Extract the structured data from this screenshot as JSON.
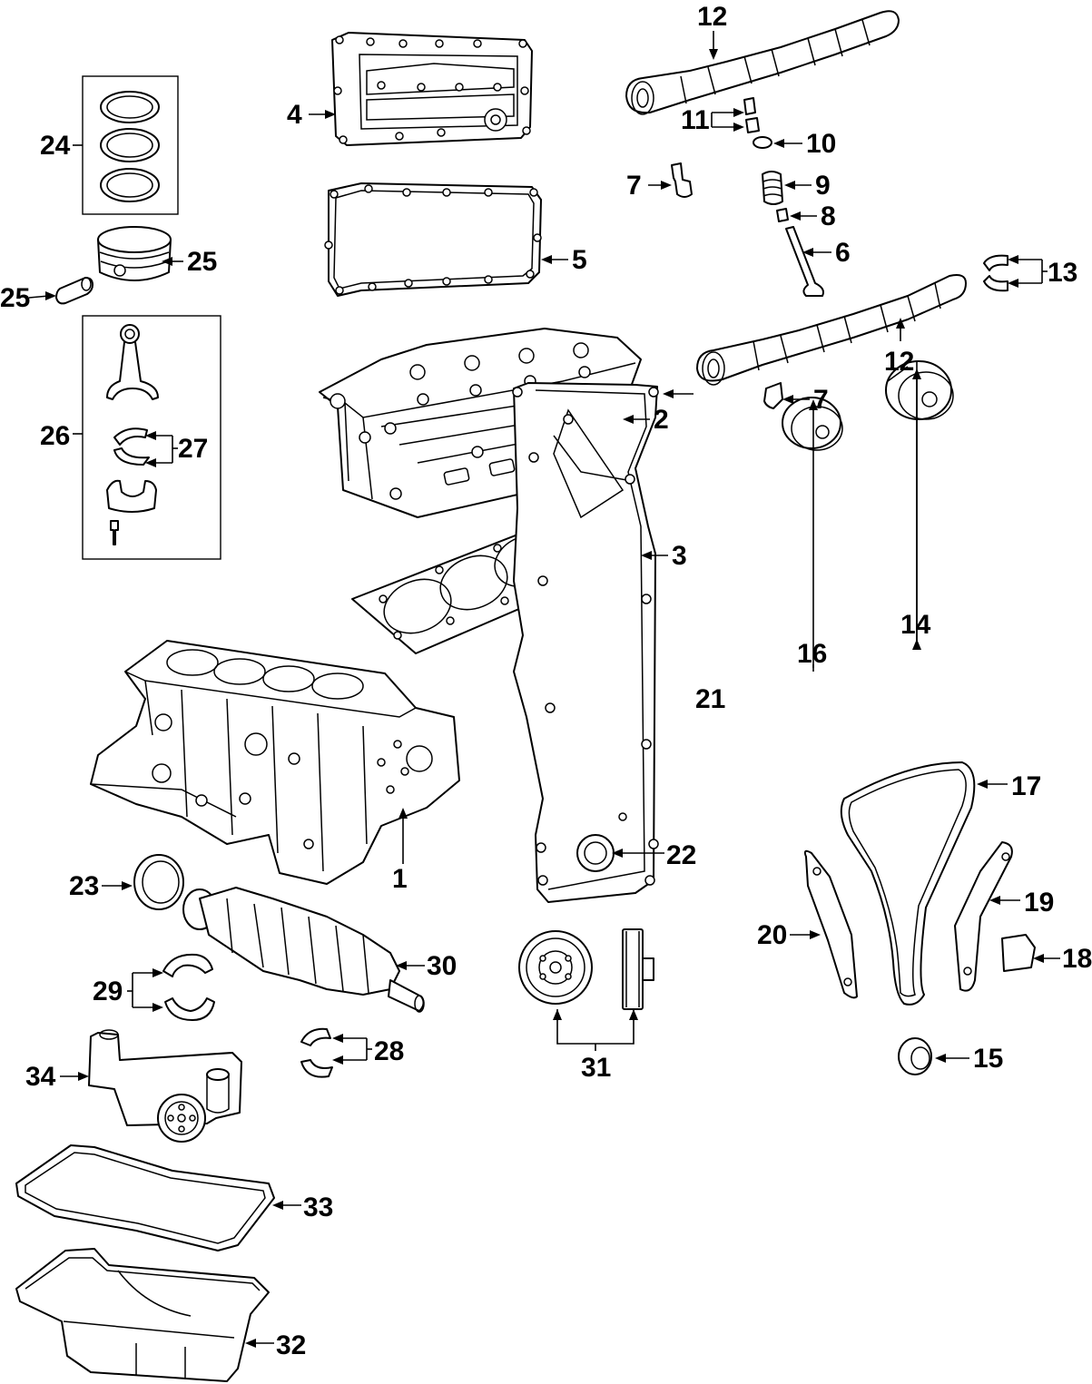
{
  "callouts": {
    "c1": "1",
    "c2": "2",
    "c3": "3",
    "c4": "4",
    "c5": "5",
    "c6": "6",
    "c7a": "7",
    "c7b": "7",
    "c8": "8",
    "c9": "9",
    "c10": "10",
    "c11": "11",
    "c12a": "12",
    "c12b": "12",
    "c13": "13",
    "c14": "14",
    "c15": "15",
    "c16": "16",
    "c17": "17",
    "c18": "18",
    "c19": "19",
    "c20": "20",
    "c21": "21",
    "c22": "22",
    "c23": "23",
    "c24": "24",
    "c25a": "25",
    "c25b": "25",
    "c26": "26",
    "c27": "27",
    "c28": "28",
    "c29": "29",
    "c30": "30",
    "c31": "31",
    "c32": "32",
    "c33": "33",
    "c34": "34"
  }
}
